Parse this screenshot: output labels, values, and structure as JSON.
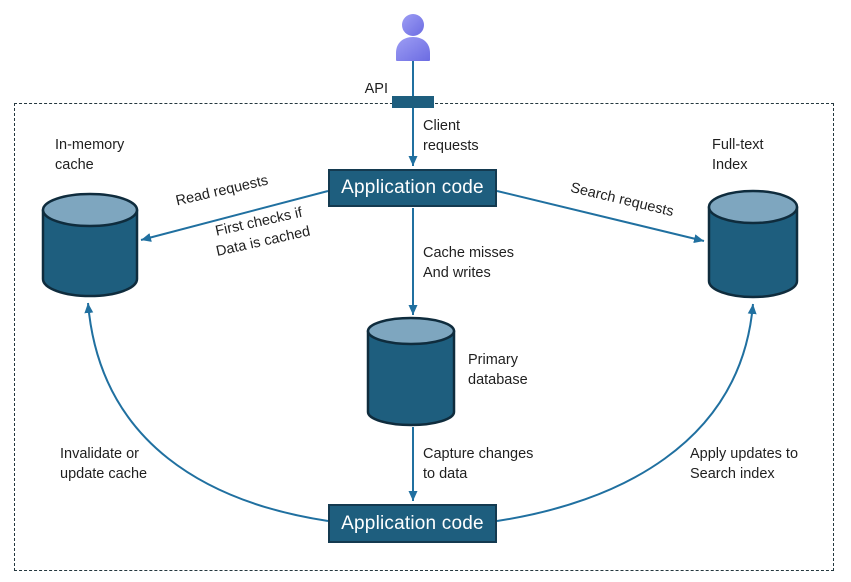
{
  "diagram": {
    "api_label": "API",
    "client_arrow_label": [
      "Client",
      "requests"
    ],
    "nodes": {
      "app_top": {
        "label": "Application code"
      },
      "app_bottom": {
        "label": "Application code"
      },
      "cache": {
        "label": [
          "In-memory",
          "cache"
        ]
      },
      "index": {
        "label": [
          "Full-text",
          "Index"
        ]
      },
      "database": {
        "label": [
          "Primary",
          "database"
        ]
      }
    },
    "edges": {
      "read": {
        "label": "Read requests",
        "sublabel": [
          "First checks if",
          "Data is cached"
        ]
      },
      "search": {
        "label": "Search requests"
      },
      "cache_miss": {
        "label": [
          "Cache misses",
          "And writes"
        ]
      },
      "capture": {
        "label": [
          "Capture changes",
          "to data"
        ]
      },
      "invalidate": {
        "label": [
          "Invalidate or",
          "update cache"
        ]
      },
      "apply": {
        "label": [
          "Apply updates to",
          "Search index"
        ]
      }
    },
    "colors": {
      "node_fill": "#1e5e7e",
      "node_border": "#143a50",
      "cylinder_body": "#1e5e7e",
      "cylinder_top": "#7ea6bf",
      "cylinder_outline": "#0f2c3d",
      "arrow": "#2070a0",
      "person": "#7b7bea",
      "box_text": "#ffffff",
      "label_text": "#1f1f1f",
      "frame_dash": "#25383f"
    }
  }
}
